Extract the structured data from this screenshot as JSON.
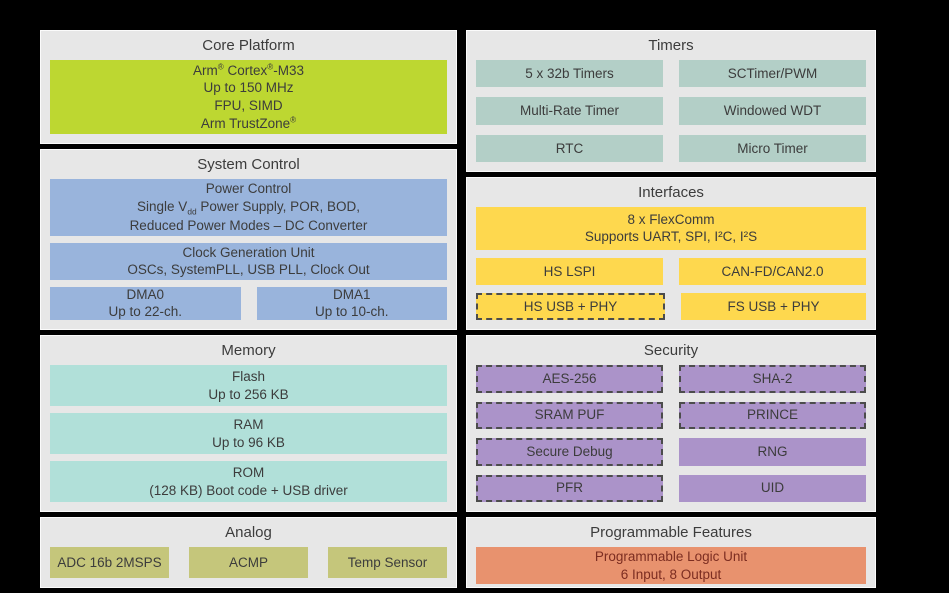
{
  "colors": {
    "background": "#000000",
    "panel": "#e7e7e7",
    "green": "#bdd731",
    "blue": "#99b4dc",
    "teal": "#b1e0d9",
    "olive": "#c5c67b",
    "gray_teal": "#b3cfc7",
    "yellow": "#fed84e",
    "purple": "#ab93c9",
    "orange": "#e8926e",
    "orange_text": "#7c2d21"
  },
  "panels": {
    "core_platform": {
      "title": "Core Platform",
      "cpu": {
        "lines": [
          "Arm^®^ Cortex^®^-M33",
          "Up to 150 MHz",
          "FPU, SIMD",
          "Arm TrustZone^®^"
        ]
      }
    },
    "system_control": {
      "title": "System Control",
      "power_control": {
        "lines": [
          "Power Control",
          "Single V~dd~ Power Supply, POR, BOD,",
          "Reduced Power Modes – DC Converter"
        ]
      },
      "clock_generation": {
        "lines": [
          "Clock Generation Unit",
          "OSCs, SystemPLL, USB PLL, Clock Out"
        ]
      },
      "dma0": {
        "lines": [
          "DMA0",
          "Up to 22-ch."
        ]
      },
      "dma1": {
        "lines": [
          "DMA1",
          "Up to 10-ch."
        ]
      }
    },
    "memory": {
      "title": "Memory",
      "flash": {
        "lines": [
          "Flash",
          "Up to 256 KB"
        ]
      },
      "ram": {
        "lines": [
          "RAM",
          "Up to 96 KB"
        ]
      },
      "rom": {
        "lines": [
          "ROM",
          "(128 KB) Boot code + USB driver"
        ]
      }
    },
    "analog": {
      "title": "Analog",
      "items": [
        "ADC 16b 2MSPS",
        "ACMP",
        "Temp Sensor"
      ]
    },
    "timers": {
      "title": "Timers",
      "items": [
        "5 x 32b Timers",
        "SCTimer/PWM",
        "Multi-Rate Timer",
        "Windowed WDT",
        "RTC",
        "Micro Timer"
      ]
    },
    "interfaces": {
      "title": "Interfaces",
      "flexcomm": {
        "lines": [
          "8 x FlexComm",
          "Supports UART, SPI, I²C, I²S"
        ]
      },
      "items": [
        "HS LSPI",
        "CAN-FD/CAN2.0",
        "HS USB + PHY",
        "FS USB + PHY"
      ]
    },
    "security": {
      "title": "Security",
      "items": [
        "AES-256",
        "SHA-2",
        "SRAM PUF",
        "PRINCE",
        "Secure Debug",
        "RNG",
        "PFR",
        "UID"
      ]
    },
    "programmable_features": {
      "title": "Programmable Features",
      "plu": {
        "lines": [
          "Programmable Logic Unit",
          "6 Input, 8 Output"
        ]
      }
    }
  }
}
